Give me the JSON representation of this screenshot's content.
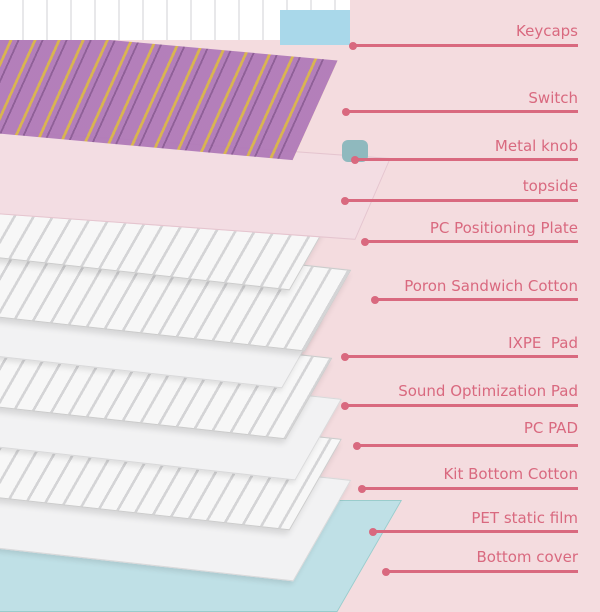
{
  "colors": {
    "background": "#f4dcdf",
    "accent": "#d9697f",
    "switch": "#b07ab8",
    "keycap_blue": "#a9d8ea",
    "bottom_cover": "#bfe0e6",
    "topside": "#f3dde3"
  },
  "labels": [
    {
      "text": "Keycaps",
      "icon": "callout-dot"
    },
    {
      "text": "Switch",
      "icon": "callout-dot"
    },
    {
      "text": "Metal knob",
      "icon": "callout-dot"
    },
    {
      "text": "topside",
      "icon": "callout-dot"
    },
    {
      "text": "PC Positioning Plate",
      "icon": "callout-dot"
    },
    {
      "text": "Poron Sandwich Cotton",
      "icon": "callout-dot"
    },
    {
      "text": "IXPE  Pad",
      "icon": "callout-dot"
    },
    {
      "text": "Sound Optimization Pad",
      "icon": "callout-dot"
    },
    {
      "text": "PC PAD",
      "icon": "callout-dot"
    },
    {
      "text": "Kit Bottom Cotton",
      "icon": "callout-dot"
    },
    {
      "text": "PET static film",
      "icon": "callout-dot"
    },
    {
      "text": "Bottom cover",
      "icon": "callout-dot"
    }
  ]
}
